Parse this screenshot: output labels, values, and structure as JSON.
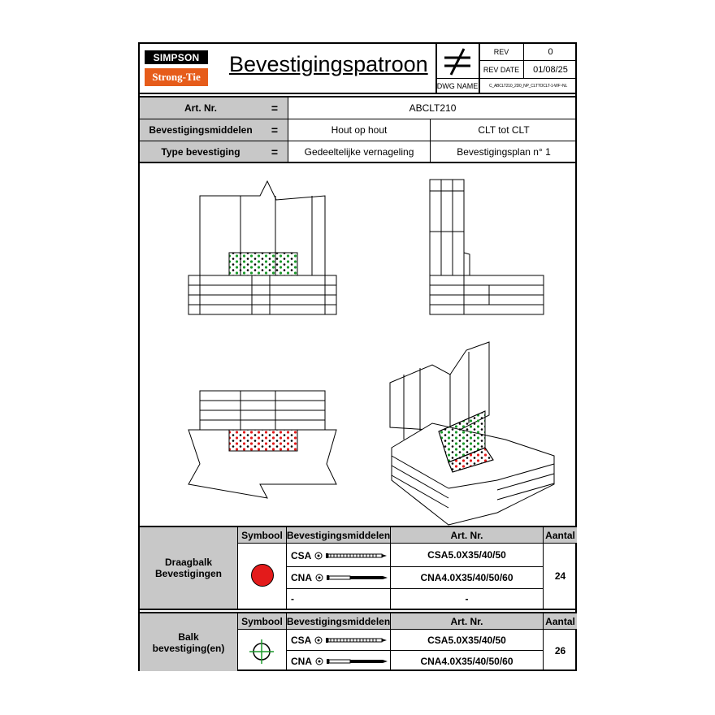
{
  "logo": {
    "line1": "SIMPSON",
    "line2": "Strong-Tie",
    "line2_color": "#e65c1a"
  },
  "header": {
    "title": "Bevestigingspatroon",
    "rev_label": "REV",
    "rev_value": "0",
    "rev_date_label": "REV DATE",
    "rev_date_value": "01/08/25",
    "dwg_name_label": "DWG NAME",
    "dwg_name_value": "C_ABCLT210_2D0_NP_CLTTOCLT-1-WF~NL",
    "symbol": "not-equal-icon"
  },
  "info": {
    "art_nr_label": "Art. Nr.",
    "art_nr_value": "ABCLT210",
    "bev_label": "Bevestigingsmiddelen",
    "bev_value_1": "Hout op hout",
    "bev_value_2": "CLT tot CLT",
    "type_label": "Type bevestiging",
    "type_value_1": "Gedeeltelijke vernageling",
    "type_value_2": "Bevestigingsplan n°  1",
    "eq": "="
  },
  "table1": {
    "group_label": "Draagbalk\nBevestigingen",
    "headers": {
      "symbool": "Symbool",
      "middelen": "Bevestigingsmiddelen",
      "artnr": "Art. Nr.",
      "aantal": "Aantal"
    },
    "symbol_color": "#e31b1b",
    "rows": [
      {
        "type": "CSA",
        "art": "CSA5.0X35/40/50"
      },
      {
        "type": "CNA",
        "art": "CNA4.0X35/40/50/60"
      },
      {
        "type": "-",
        "art": "-"
      }
    ],
    "count": "24"
  },
  "table2": {
    "group_label": "Balk\nbevestiging(en)",
    "headers": {
      "symbool": "Symbool",
      "middelen": "Bevestigingsmiddelen",
      "artnr": "Art. Nr.",
      "aantal": "Aantal"
    },
    "symbol_color": "#1a9a2a",
    "rows": [
      {
        "type": "CSA",
        "art": "CSA5.0X35/40/50"
      },
      {
        "type": "CNA",
        "art": "CNA4.0X35/40/50/60"
      }
    ],
    "count": "26"
  }
}
